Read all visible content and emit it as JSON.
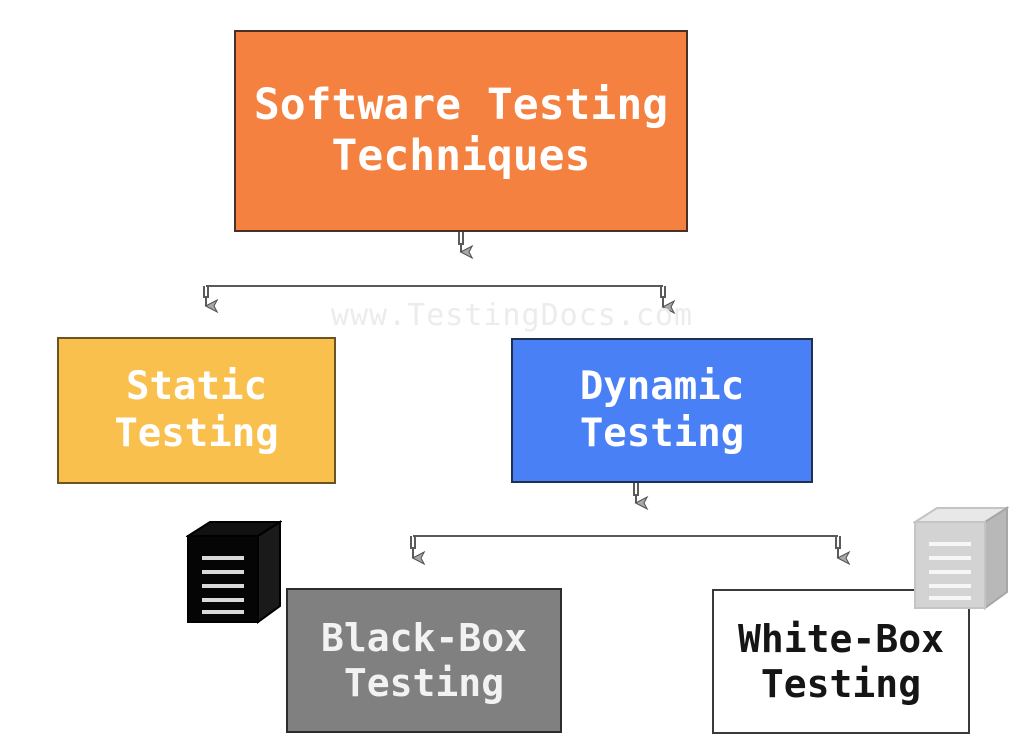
{
  "diagram": {
    "title": "Software Testing Techniques",
    "watermark": "www.TestingDocs.com",
    "nodes": {
      "root": {
        "label": "Software Testing\nTechniques",
        "fill": "#f4813f",
        "text_color": "#ffffff",
        "border": "#4a3026"
      },
      "static": {
        "label": "Static\nTesting",
        "fill": "#f9c04e",
        "text_color": "#ffffff",
        "border": "#6b5424"
      },
      "dynamic": {
        "label": "Dynamic\nTesting",
        "fill": "#4a80f5",
        "text_color": "#ffffff",
        "border": "#21304f"
      },
      "blackbox": {
        "label": "Black-Box\nTesting",
        "fill": "#808080",
        "text_color": "#f2f2f2",
        "border": "#2d2d2d"
      },
      "whitebox": {
        "label": "White-Box\nTesting",
        "fill": "#ffffff",
        "text_color": "#151515",
        "border": "#3a3a3a"
      }
    },
    "icons": {
      "black_cube": "black-box-cube-icon",
      "white_cube": "white-box-cube-icon"
    },
    "edges": [
      {
        "from": "root",
        "to": "static"
      },
      {
        "from": "root",
        "to": "dynamic"
      },
      {
        "from": "dynamic",
        "to": "blackbox"
      },
      {
        "from": "dynamic",
        "to": "whitebox"
      }
    ],
    "connector_color": "#5a5a5a",
    "arrowhead_fill": "#a8a8a8"
  }
}
